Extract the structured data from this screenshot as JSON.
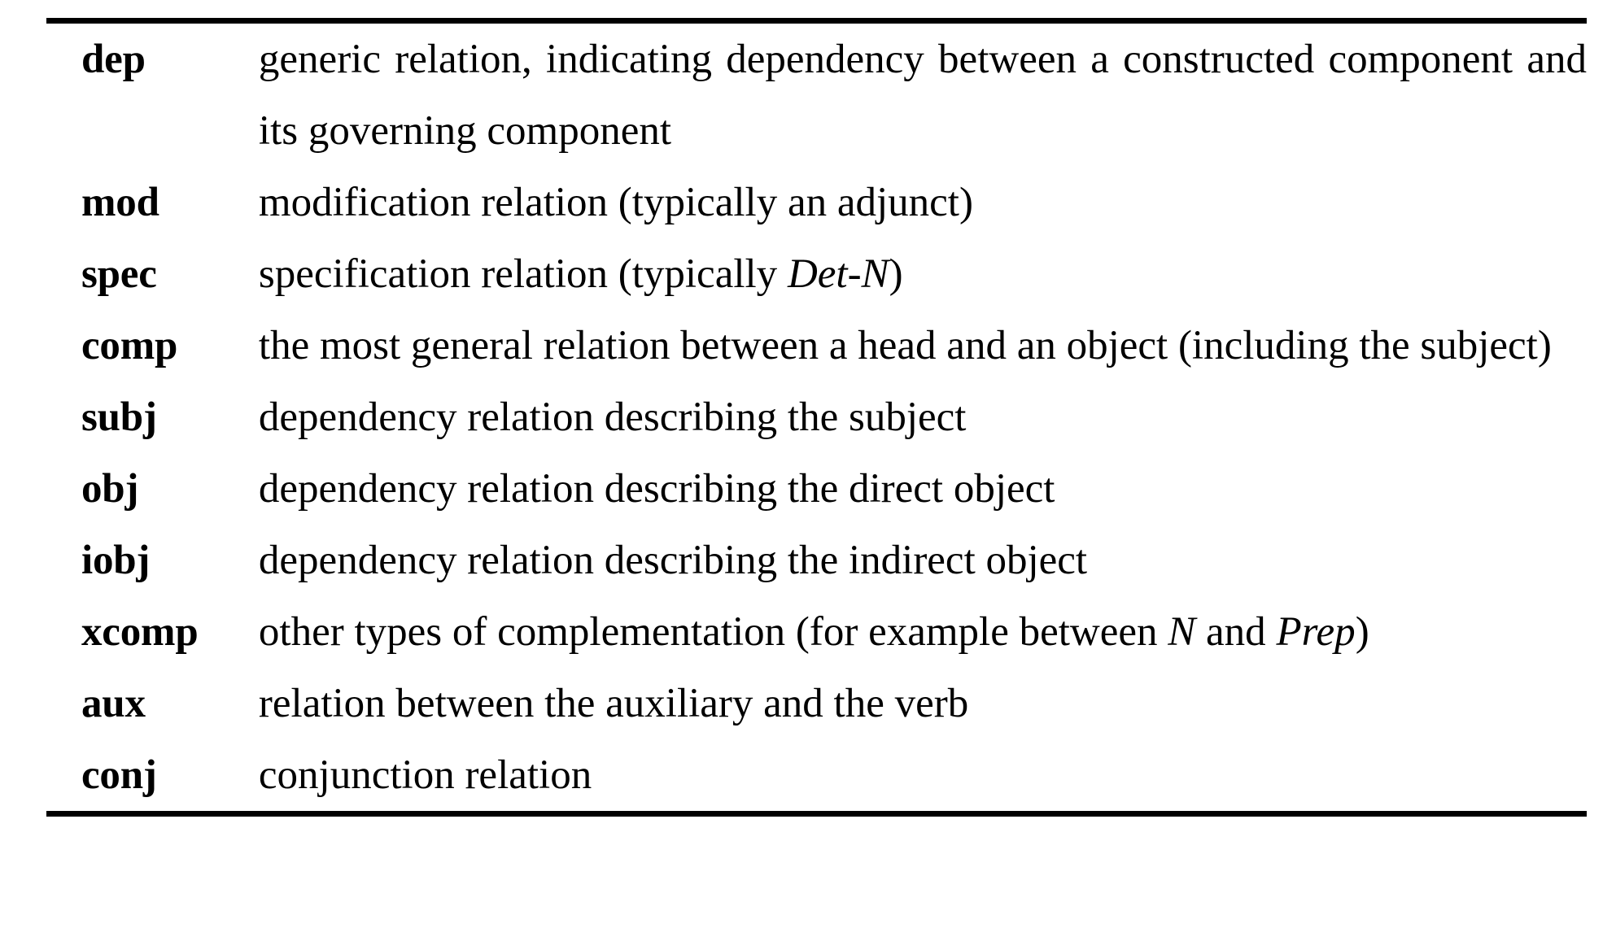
{
  "table": {
    "caption_rule_color": "#000000",
    "columns": [
      "label",
      "description"
    ],
    "rows": [
      {
        "label": "dep",
        "description": "generic relation, indicating dependency between a constructed component and its governing component",
        "lines": [
          "generic relation, indicating dependency between a constructed",
          "component and its governing component"
        ],
        "multiline": true
      },
      {
        "label": "mod",
        "description": "modification relation (typically an adjunct)",
        "lines": [
          "modification relation (typically an adjunct)"
        ],
        "multiline": false
      },
      {
        "label": "spec",
        "description": "specification relation (typically Det-N)",
        "prefix": "specification relation (typically ",
        "italic": "Det-N",
        "suffix": ")",
        "lines": [
          "specification relation (typically Det-N)"
        ],
        "multiline": false
      },
      {
        "label": "comp",
        "description": "the most general relation between a head and an object (including the subject)",
        "lines": [
          "the most general relation between a head and an object (including",
          "the subject)"
        ],
        "multiline": true
      },
      {
        "label": "subj",
        "description": "dependency relation describing the subject",
        "lines": [
          "dependency relation describing the subject"
        ],
        "multiline": false
      },
      {
        "label": "obj",
        "description": "dependency relation describing the direct object",
        "lines": [
          "dependency relation describing the direct object"
        ],
        "multiline": false
      },
      {
        "label": "iobj",
        "description": "dependency relation describing the indirect object",
        "lines": [
          "dependency relation describing the indirect object"
        ],
        "multiline": false
      },
      {
        "label": "xcomp",
        "description": "other types of complementation (for example between N and Prep)",
        "prefix": "other types of complementation (for example between ",
        "italic": "N",
        "middle": " and ",
        "italic2": "Prep",
        "suffix": ")",
        "lines": [
          "other types of complementation (for example between N and",
          "Prep)"
        ],
        "multiline": true
      },
      {
        "label": "aux",
        "description": "relation between the auxiliary and the verb",
        "lines": [
          "relation between the auxiliary and the verb"
        ],
        "multiline": false
      },
      {
        "label": "conj",
        "description": "conjunction relation",
        "lines": [
          "conjunction relation"
        ],
        "multiline": false
      }
    ]
  }
}
